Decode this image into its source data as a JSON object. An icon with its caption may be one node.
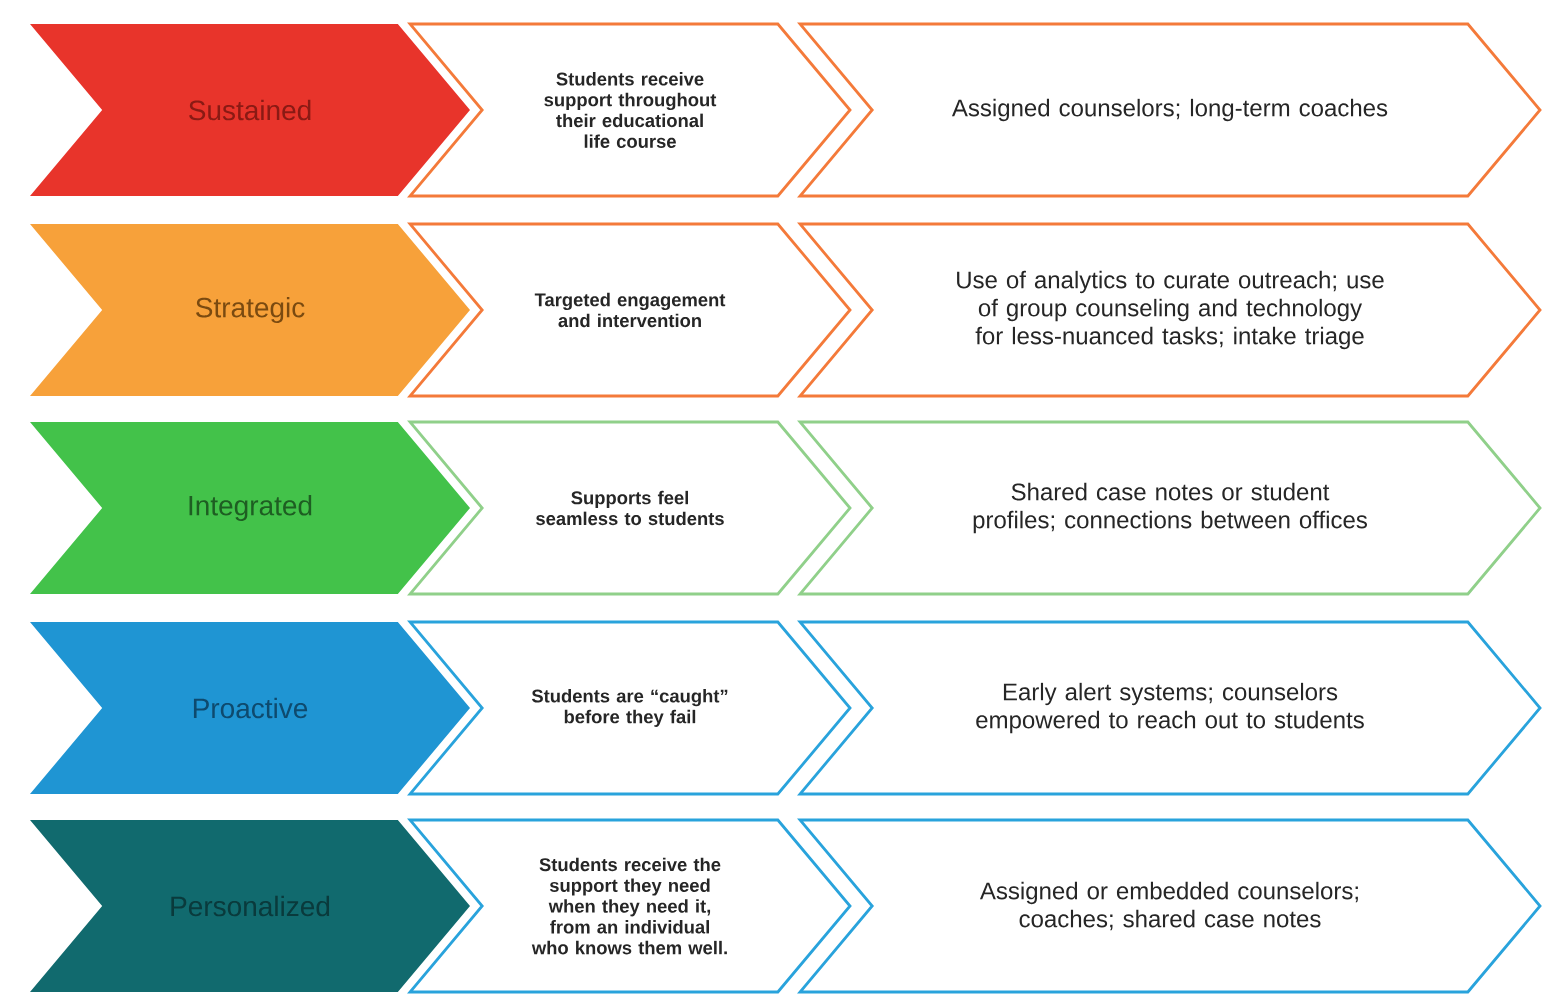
{
  "diagram": {
    "nodes": [
      {
        "text": [
          "Sustained"
        ]
      },
      {
        "text": [
          "Students receive support throughout their educational life course"
        ]
      },
      {
        "text": [
          "Assigned counselors; long-term coaches"
        ]
      },
      {
        "text": [
          "Strategic"
        ]
      },
      {
        "text": [
          "Targeted engagement and intervention"
        ]
      },
      {
        "text": [
          "Use of analytics to curate outreach; use of group counseling and technology for less-nuanced tasks; intake triage"
        ]
      },
      {
        "text": [
          "Integrated"
        ]
      },
      {
        "text": [
          "Supports feel seamless to students"
        ]
      },
      {
        "text": [
          "Shared case notes or student profiles; connections between offices"
        ]
      },
      {
        "text": [
          "Proactive"
        ]
      },
      {
        "text": [
          "Students are “caught” before they fail"
        ]
      },
      {
        "text": [
          "Early alert systems; counselors empowered to reach out to students"
        ]
      },
      {
        "text": [
          "Personalized"
        ]
      },
      {
        "text": [
          "Students receive the support they need when they need it, from an individual who knows them well."
        ]
      },
      {
        "text": [
          "Assigned or embedded counselors; coaches; shared case notes"
        ]
      }
    ]
  }
}
